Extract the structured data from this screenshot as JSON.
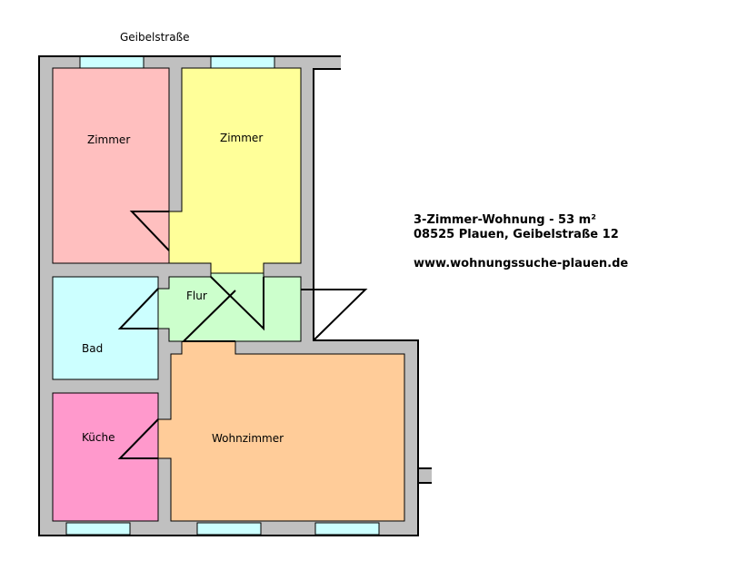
{
  "street_label": "Geibelstraße",
  "rooms": [
    {
      "label": "Zimmer",
      "color": "#ffbfbf"
    },
    {
      "label": "Zimmer",
      "color": "#ffff99"
    },
    {
      "label": "Flur",
      "color": "#ccffcc"
    },
    {
      "label": "Bad",
      "color": "#ccffff"
    },
    {
      "label": "Küche",
      "color": "#ff99cc"
    },
    {
      "label": "Wohnzimmer",
      "color": "#ffcc99"
    }
  ],
  "info": {
    "line1": "3-Zimmer-Wohnung - 53 m²",
    "line2": "08525 Plauen, Geibelstraße 12",
    "website": "www.wohnungssuche-plauen.de"
  },
  "colors": {
    "wall": "#c0c0c0",
    "window": "#ccffff",
    "outline": "#000000"
  }
}
